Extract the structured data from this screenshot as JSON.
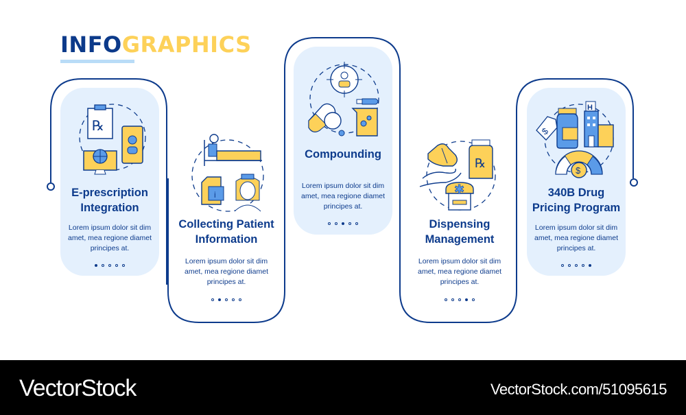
{
  "title": {
    "part1": "INFO",
    "part2": "GRAPHICS"
  },
  "colors": {
    "navy": "#0d3b8c",
    "yellow": "#fdd159",
    "card_bg": "#e4f0fd",
    "accent_blue": "#5b9be8",
    "title_bar": "#b9dcf7"
  },
  "steps": [
    {
      "heading_line1": "E-prescription",
      "heading_line2": "Integration",
      "body_line1": "Lorem ipsum dolor sit dim",
      "body_line2": "amet, mea regione diamet",
      "body_line3": "principes at.",
      "icon": "e-prescription-icon",
      "active_dot": 0
    },
    {
      "heading_line1": "Collecting Patient",
      "heading_line2": "Information",
      "body_line1": "Lorem ipsum dolor sit dim",
      "body_line2": "amet, mea regione diamet",
      "body_line3": "principes at.",
      "icon": "patient-information-icon",
      "active_dot": 1
    },
    {
      "heading_line1": "Compounding",
      "heading_line2": "",
      "body_line1": "Lorem ipsum dolor sit dim",
      "body_line2": "amet, mea regione diamet",
      "body_line3": "principes at.",
      "icon": "compounding-icon",
      "active_dot": 2
    },
    {
      "heading_line1": "Dispensing",
      "heading_line2": "Management",
      "body_line1": "Lorem ipsum dolor sit dim",
      "body_line2": "amet, mea regione diamet",
      "body_line3": "principes at.",
      "icon": "dispensing-icon",
      "active_dot": 3
    },
    {
      "heading_line1": "340B Drug",
      "heading_line2": "Pricing Program",
      "body_line1": "Lorem ipsum dolor sit dim",
      "body_line2": "amet, mea regione diamet",
      "body_line3": "principes at.",
      "icon": "drug-pricing-icon",
      "active_dot": 4
    }
  ],
  "footer": {
    "brand": "VectorStock",
    "reference": "VectorStock.com/51095615"
  }
}
